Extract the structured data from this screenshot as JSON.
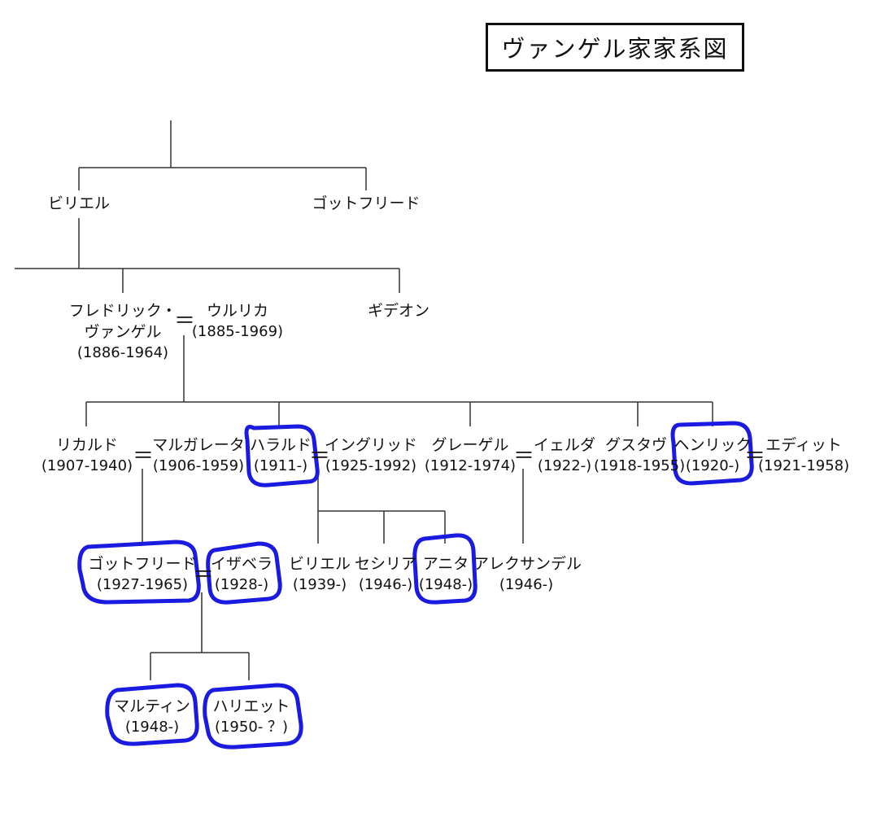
{
  "title": "ヴァンゲル家家系図",
  "highlight_color": "#1a1ae0",
  "line_color": "#333333",
  "people": {
    "biriel_top": {
      "name": "ビリエル"
    },
    "gottfried_top": {
      "name": "ゴットフリード"
    },
    "fredrik": {
      "name1": "フレドリック・",
      "name2": "ヴァンゲル",
      "years": "(1886-1964)"
    },
    "ulrika": {
      "name": "ウルリカ",
      "years": "(1885-1969)"
    },
    "gideon": {
      "name": "ギデオン"
    },
    "rikardo": {
      "name": "リカルド",
      "years": "(1907-1940)"
    },
    "margareta": {
      "name": "マルガレータ",
      "years": "(1906-1959)"
    },
    "harald": {
      "name": "ハラルド",
      "years": "(1911-)"
    },
    "ingrid": {
      "name": "イングリッド",
      "years": "(1925-1992)"
    },
    "greger": {
      "name": "グレーゲル",
      "years": "(1912-1974)"
    },
    "gerda": {
      "name": "イェルダ",
      "years": "(1922-)"
    },
    "gustav": {
      "name": "グスタヴ",
      "years": "(1918-1955)"
    },
    "henrik": {
      "name": "ヘンリック",
      "years": "(1920-)"
    },
    "edith": {
      "name": "エディット",
      "years": "(1921-1958)"
    },
    "gottfried": {
      "name": "ゴットフリード",
      "years": "(1927-1965)"
    },
    "isabella": {
      "name": "イザベラ",
      "years": "(1928-)"
    },
    "biriel": {
      "name": "ビリエル",
      "years": "(1939-)"
    },
    "cecilia": {
      "name": "セシリア",
      "years": "(1946-)"
    },
    "anita": {
      "name": "アニタ",
      "years": "(1948-)"
    },
    "alexander": {
      "name": "アレクサンデル",
      "years": "(1946-)"
    },
    "martin": {
      "name": "マルティン",
      "years": "(1948-)"
    },
    "harriet": {
      "name": "ハリエット",
      "years": "(1950- ？)"
    }
  },
  "marriage_symbol": "＝"
}
